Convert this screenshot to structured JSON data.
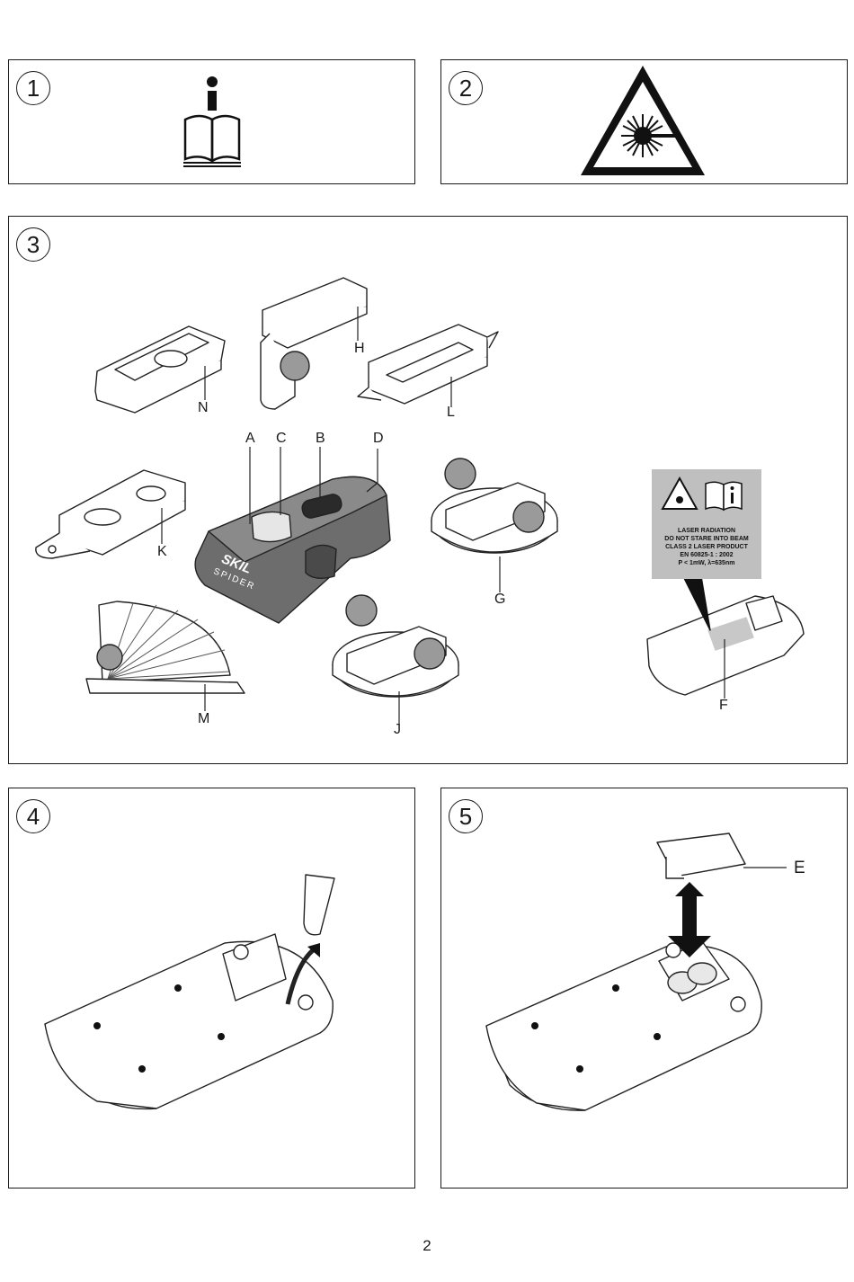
{
  "figures": [
    {
      "number": "1"
    },
    {
      "number": "2"
    },
    {
      "number": "3"
    },
    {
      "number": "4"
    },
    {
      "number": "5"
    }
  ],
  "part_labels": {
    "A": "A",
    "B": "B",
    "C": "C",
    "D": "D",
    "E": "E",
    "F": "F",
    "G": "G",
    "H": "H",
    "J": "J",
    "K": "K",
    "L": "L",
    "M": "M",
    "N": "N"
  },
  "icons": {
    "fig1": "manual-info-icon",
    "fig2": "laser-warning-icon"
  },
  "laser_label": {
    "lines": [
      "LASER RADIATION",
      "DO NOT STARE INTO BEAM",
      "CLASS 2 LASER PRODUCT",
      "EN 60825-1 : 2002",
      "P < 1mW, λ=635nm"
    ]
  },
  "device": {
    "brand": "SKIL",
    "model": "SPIDER"
  },
  "page_number": "2"
}
